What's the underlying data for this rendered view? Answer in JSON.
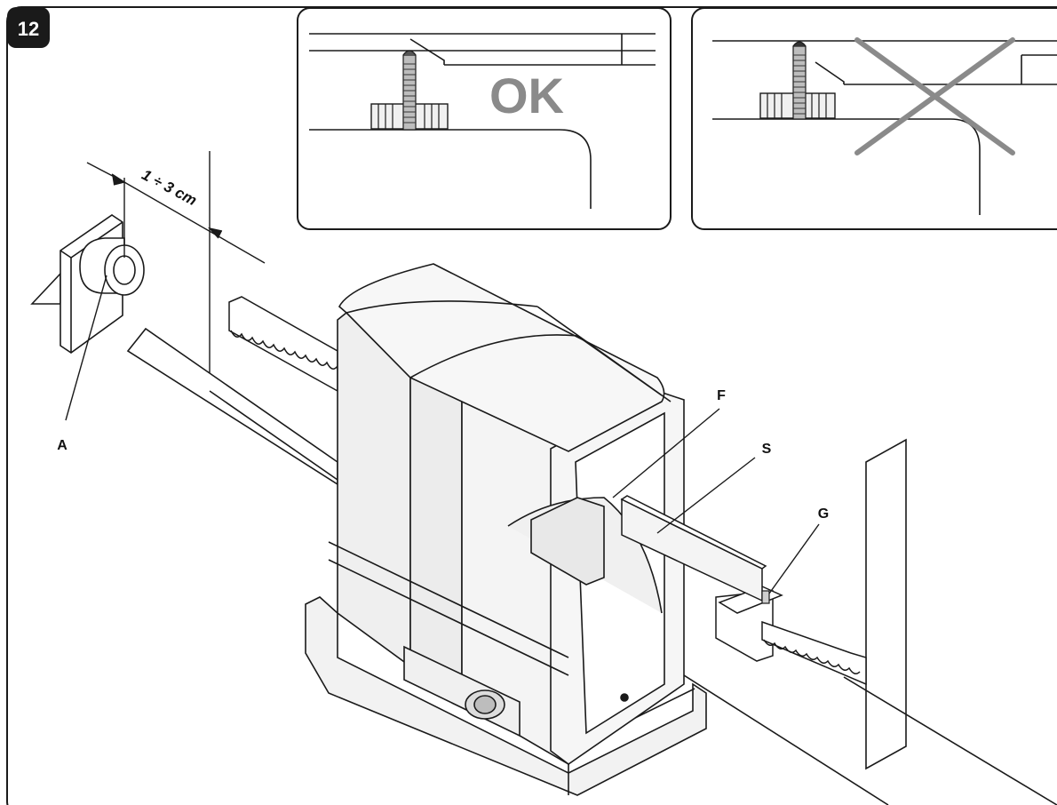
{
  "figure": {
    "number": "12",
    "inset_ok_label": "OK",
    "measurement": "1 ÷ 3 cm",
    "labels": {
      "a": "A",
      "f": "F",
      "s": "S",
      "g": "G"
    }
  },
  "colors": {
    "ink": "#1a1a1a",
    "gray_fill": "#f0f0f0",
    "ok_gray": "#8a8a8a",
    "cross_gray": "#8a8a8a"
  }
}
